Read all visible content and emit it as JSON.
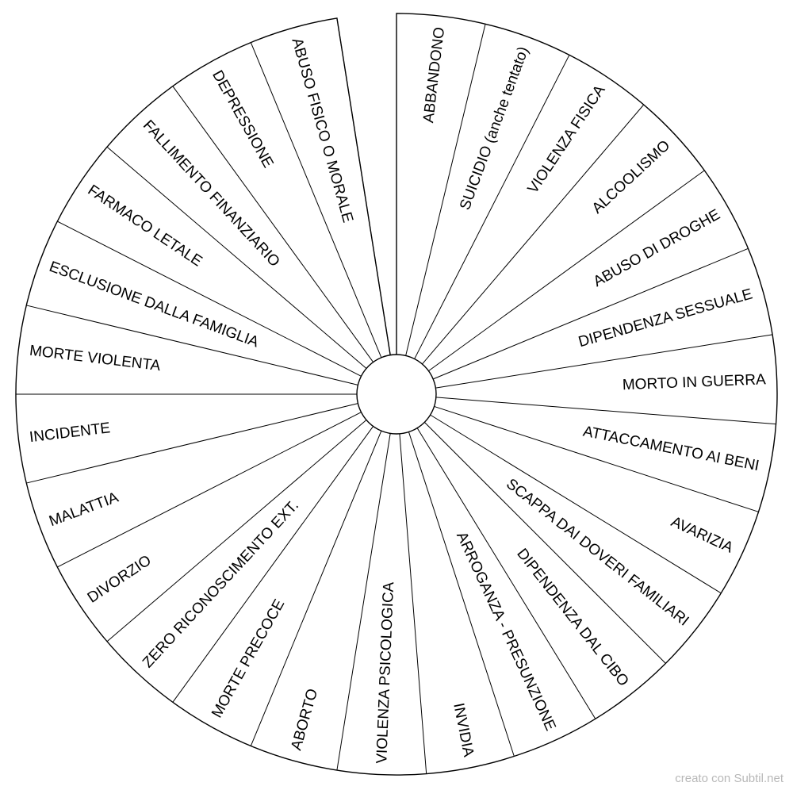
{
  "wheel": {
    "sectors": [
      {
        "label": "ABBANDONO"
      },
      {
        "label": "SUICIDIO (anche tentato)"
      },
      {
        "label": "VIOLENZA FISICA"
      },
      {
        "label": "ALCOOLISMO"
      },
      {
        "label": "ABUSO DI DROGHE"
      },
      {
        "label": "DIPENDENZA SESSUALE"
      },
      {
        "label": "MORTO IN GUERRA"
      },
      {
        "label": "ATTACCAMENTO AI BENI"
      },
      {
        "label": "AVARIZIA"
      },
      {
        "label": "SCAPPA DAI DOVERI FAMILIARI"
      },
      {
        "label": "DIPENDENZA DAL CIBO"
      },
      {
        "label": "ARROGANZA - PRESUNZIONE"
      },
      {
        "label": "INVIDIA"
      },
      {
        "label": "VIOLENZA PSICOLOGICA"
      },
      {
        "label": "ABORTO"
      },
      {
        "label": "MORTE PRECOCE"
      },
      {
        "label": "ZERO RICONOSCIMENTO EXT."
      },
      {
        "label": "DIVORZIO"
      },
      {
        "label": "MALATTIA"
      },
      {
        "label": "INCIDENTE"
      },
      {
        "label": "MORTE VIOLENTA"
      },
      {
        "label": "ESCLUSIONE DALLA FAMIGLIA"
      },
      {
        "label": "FARMACO LETALE"
      },
      {
        "label": "FALLIMENTO FINANZIARIO"
      },
      {
        "label": "DEPRESSIONE"
      },
      {
        "label": "ABUSO FISICO O MORALE"
      }
    ]
  },
  "footer": {
    "credit": "creato con Subtil.net"
  }
}
